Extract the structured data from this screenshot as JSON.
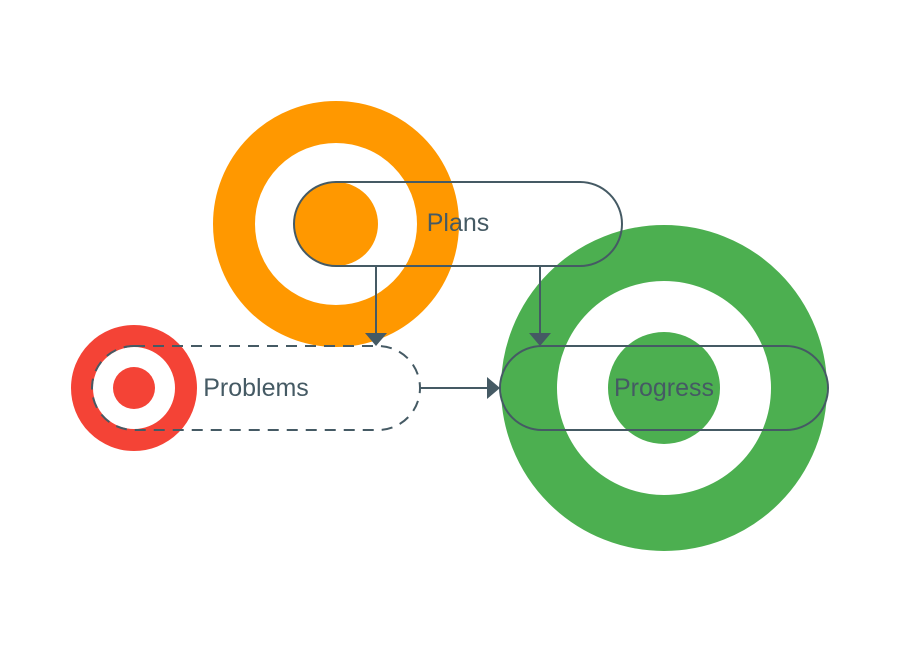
{
  "diagram": {
    "nodes": [
      {
        "id": "plans",
        "label": "Plans",
        "style": "solid"
      },
      {
        "id": "problems",
        "label": "Problems",
        "style": "dashed"
      },
      {
        "id": "progress",
        "label": "Progress",
        "style": "solid"
      }
    ],
    "edges": [
      {
        "from": "plans",
        "to": "problems"
      },
      {
        "from": "plans",
        "to": "progress"
      },
      {
        "from": "problems",
        "to": "progress"
      }
    ],
    "colors": {
      "orange": "#ff9800",
      "red": "#f44336",
      "green": "#4caf50",
      "stroke": "#455a64",
      "text": "#455a64",
      "background": "#ffffff"
    },
    "icons": [
      "orange-target-icon",
      "red-target-icon",
      "green-target-icon"
    ]
  }
}
